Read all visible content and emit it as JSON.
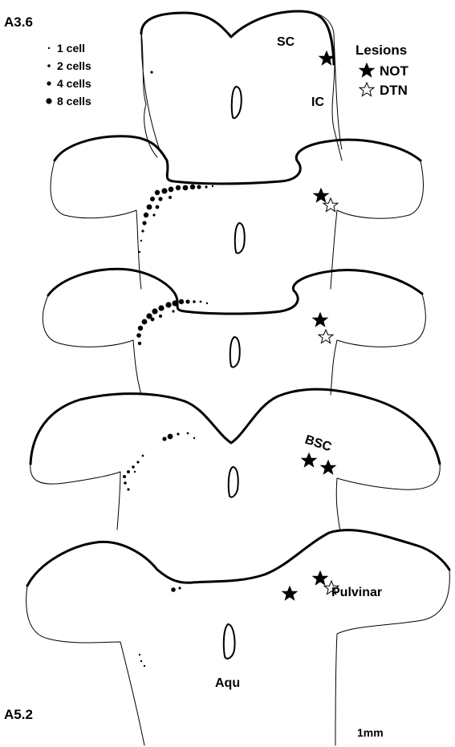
{
  "section_labels": {
    "top": "A3.6",
    "bottom": "A5.2"
  },
  "structures": {
    "sc": "SC",
    "ic": "IC",
    "bsc": "BSC",
    "pulvinar": "Pulvinar",
    "aqu": "Aqu"
  },
  "cell_legend": [
    {
      "label": "1 cell",
      "cells": 1
    },
    {
      "label": "2 cells",
      "cells": 2
    },
    {
      "label": "4 cells",
      "cells": 4
    },
    {
      "label": "8 cells",
      "cells": 8
    }
  ],
  "lesion_legend": {
    "title": "Lesions",
    "items": [
      {
        "label": "NOT",
        "marker": "filled-star"
      },
      {
        "label": "DTN",
        "marker": "open-star"
      }
    ]
  },
  "scale_bar": "1mm"
}
